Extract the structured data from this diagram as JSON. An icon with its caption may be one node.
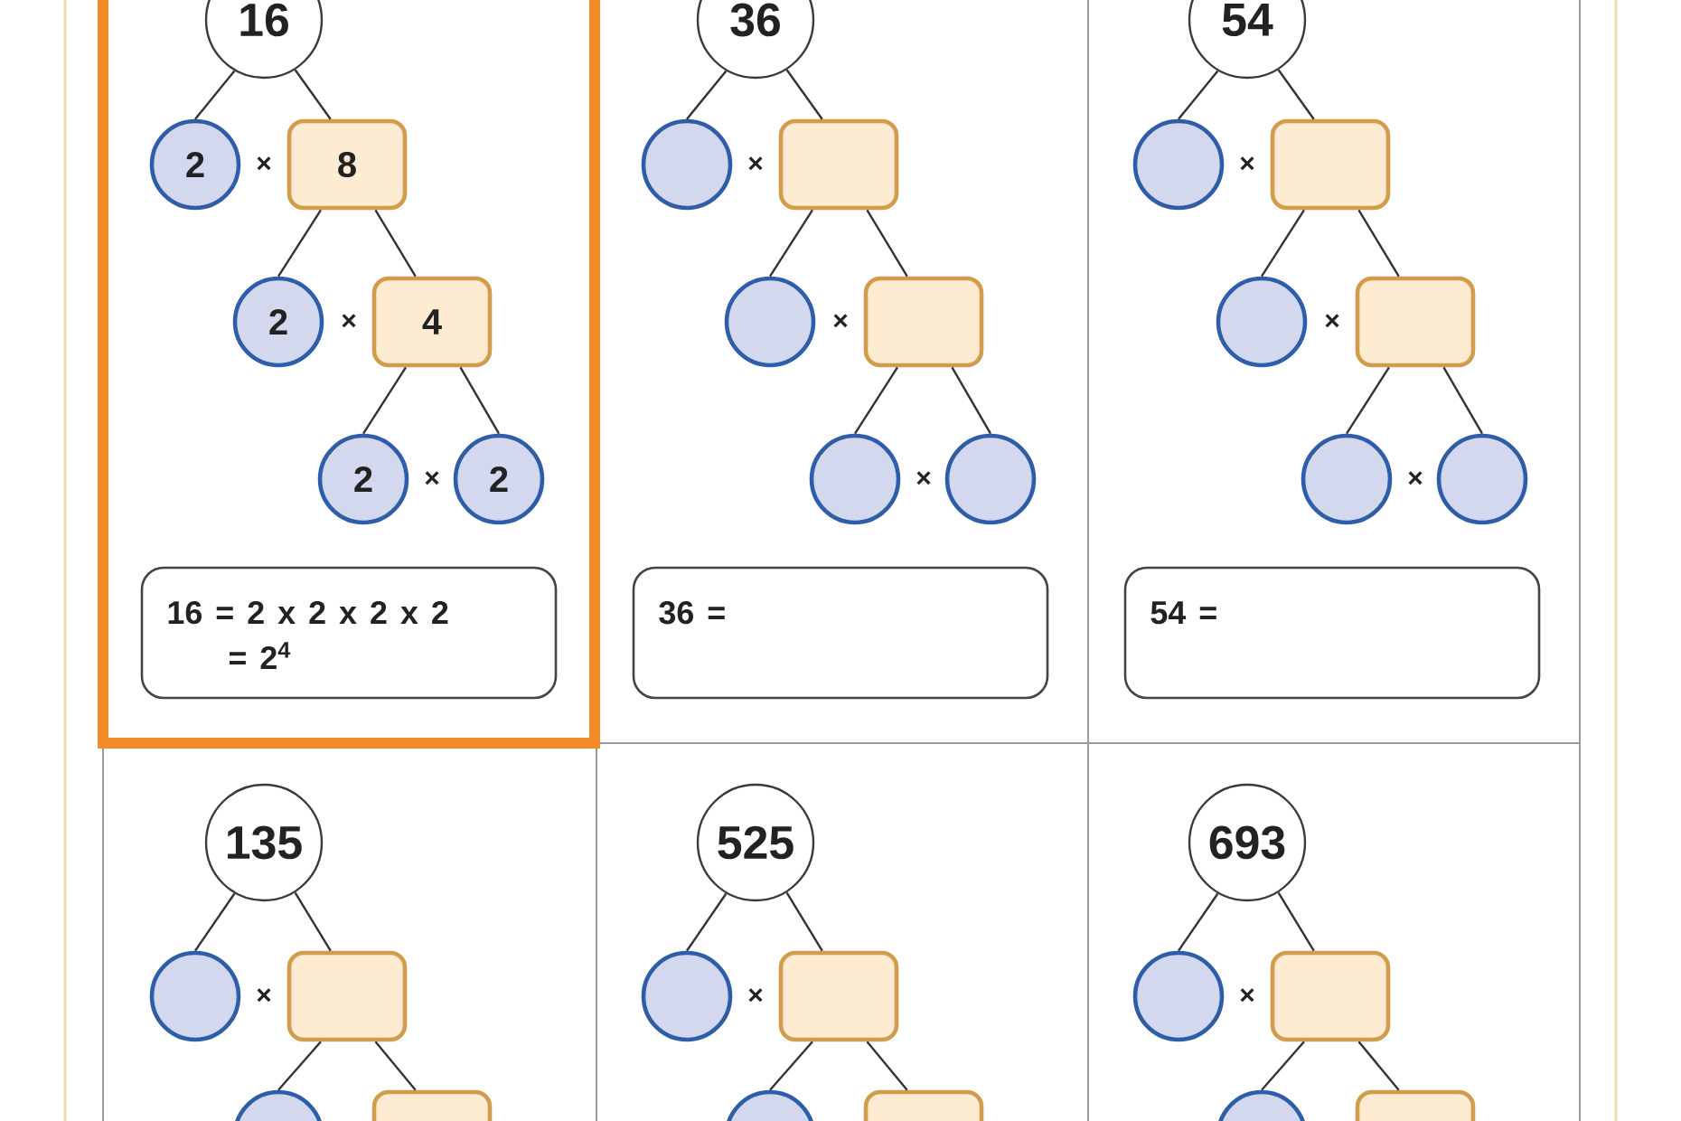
{
  "diagram": {
    "nodes": [
      {
        "text": [
          "16"
        ]
      },
      {
        "text": [
          "2"
        ]
      },
      {
        "text": [
          "8"
        ]
      },
      {
        "text": [
          "2"
        ]
      },
      {
        "text": [
          "4"
        ]
      },
      {
        "text": [
          "2"
        ]
      },
      {
        "text": [
          "2"
        ]
      },
      {
        "text": [
          "16 = 2 x 2 x 2 x 2",
          "= 2$^{4}$"
        ]
      },
      {
        "text": [
          "36"
        ]
      },
      {
        "text": [],
        "shape": "circle"
      },
      {
        "text": [],
        "shape": "box"
      },
      {
        "text": [],
        "shape": "circle"
      },
      {
        "text": [],
        "shape": "box"
      },
      {
        "text": [],
        "shape": "circle"
      },
      {
        "text": [],
        "shape": "circle"
      },
      {
        "text": [
          "36 ="
        ]
      },
      {
        "text": [
          "54"
        ]
      },
      {
        "text": [],
        "shape": "circle"
      },
      {
        "text": [],
        "shape": "box"
      },
      {
        "text": [],
        "shape": "circle"
      },
      {
        "text": [],
        "shape": "box"
      },
      {
        "text": [],
        "shape": "circle"
      },
      {
        "text": [],
        "shape": "circle"
      },
      {
        "text": [
          "54 ="
        ]
      },
      {
        "text": [
          "135"
        ]
      },
      {
        "text": [],
        "shape": "circle"
      },
      {
        "text": [],
        "shape": "box"
      },
      {
        "text": [],
        "shape": "circle"
      },
      {
        "text": [],
        "shape": "box"
      },
      {
        "text": [
          "525"
        ]
      },
      {
        "text": [],
        "shape": "circle"
      },
      {
        "text": [],
        "shape": "box"
      },
      {
        "text": [],
        "shape": "circle"
      },
      {
        "text": [],
        "shape": "box"
      },
      {
        "text": [
          "693"
        ]
      },
      {
        "text": [],
        "shape": "circle"
      },
      {
        "text": [],
        "shape": "box"
      },
      {
        "text": [],
        "shape": "circle"
      },
      {
        "text": [],
        "shape": "box"
      }
    ],
    "edges": [
      {
        "from": 0,
        "to": 1,
        "arrow": "none"
      },
      {
        "from": 0,
        "to": 2,
        "arrow": "none"
      },
      {
        "from": 2,
        "to": 3,
        "arrow": "none"
      },
      {
        "from": 2,
        "to": 4,
        "arrow": "none"
      },
      {
        "from": 4,
        "to": 5,
        "arrow": "none"
      },
      {
        "from": 4,
        "to": 6,
        "arrow": "none"
      },
      {
        "from": 8,
        "to": 9,
        "arrow": "none"
      },
      {
        "from": 8,
        "to": 10,
        "arrow": "none"
      },
      {
        "from": 10,
        "to": 11,
        "arrow": "none"
      },
      {
        "from": 10,
        "to": 12,
        "arrow": "none"
      },
      {
        "from": 12,
        "to": 13,
        "arrow": "none"
      },
      {
        "from": 12,
        "to": 14,
        "arrow": "none"
      },
      {
        "from": 16,
        "to": 17,
        "arrow": "none"
      },
      {
        "from": 16,
        "to": 18,
        "arrow": "none"
      },
      {
        "from": 18,
        "to": 19,
        "arrow": "none"
      },
      {
        "from": 18,
        "to": 20,
        "arrow": "none"
      },
      {
        "from": 20,
        "to": 21,
        "arrow": "none"
      },
      {
        "from": 20,
        "to": 22,
        "arrow": "none"
      },
      {
        "from": 24,
        "to": 25,
        "arrow": "none"
      },
      {
        "from": 24,
        "to": 26,
        "arrow": "none"
      },
      {
        "from": 26,
        "to": 27,
        "arrow": "none"
      },
      {
        "from": 26,
        "to": 28,
        "arrow": "none"
      },
      {
        "from": 29,
        "to": 30,
        "arrow": "none"
      },
      {
        "from": 29,
        "to": 31,
        "arrow": "none"
      },
      {
        "from": 31,
        "to": 32,
        "arrow": "none"
      },
      {
        "from": 31,
        "to": 33,
        "arrow": "none"
      },
      {
        "from": 34,
        "to": 35,
        "arrow": "none"
      },
      {
        "from": 34,
        "to": 36,
        "arrow": "none"
      },
      {
        "from": 36,
        "to": 37,
        "arrow": "none"
      },
      {
        "from": 36,
        "to": 38,
        "arrow": "none"
      }
    ],
    "labels": [
      "×",
      "×",
      "×",
      "×",
      "×",
      "×",
      "×",
      "×",
      "×",
      "×",
      "×",
      "×"
    ]
  }
}
